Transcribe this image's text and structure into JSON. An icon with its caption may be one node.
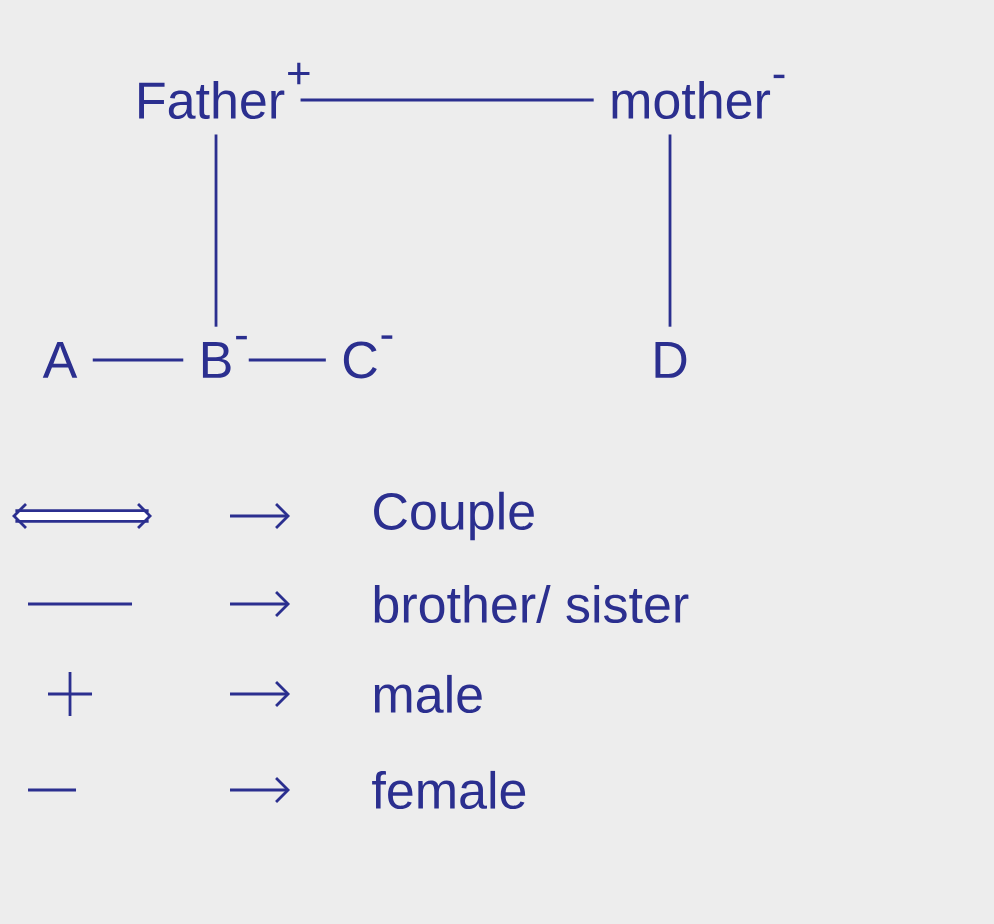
{
  "diagram": {
    "nodes": [
      {
        "text": [
          "Father"
        ],
        "beside": [
          "+"
        ]
      },
      {
        "text": [
          "mother"
        ],
        "beside": [
          "-"
        ]
      },
      {
        "text": [
          "A"
        ]
      },
      {
        "text": [
          "B"
        ],
        "beside": [
          "-"
        ]
      },
      {
        "text": [
          "C"
        ],
        "beside": [
          "-"
        ]
      },
      {
        "text": [
          "D"
        ]
      }
    ],
    "edges": [
      {
        "from": 0,
        "to": 1,
        "arrow": "none"
      },
      {
        "from": 0,
        "to": 3,
        "arrow": "none"
      },
      {
        "from": 1,
        "to": 5,
        "arrow": "none"
      },
      {
        "from": 2,
        "to": 3,
        "arrow": "none"
      },
      {
        "from": 3,
        "to": 4,
        "arrow": "none"
      }
    ],
    "legend": [
      {
        "text": "Couple"
      },
      {
        "text": "brother/ sister"
      },
      {
        "text": "male"
      },
      {
        "text": "female"
      }
    ]
  }
}
